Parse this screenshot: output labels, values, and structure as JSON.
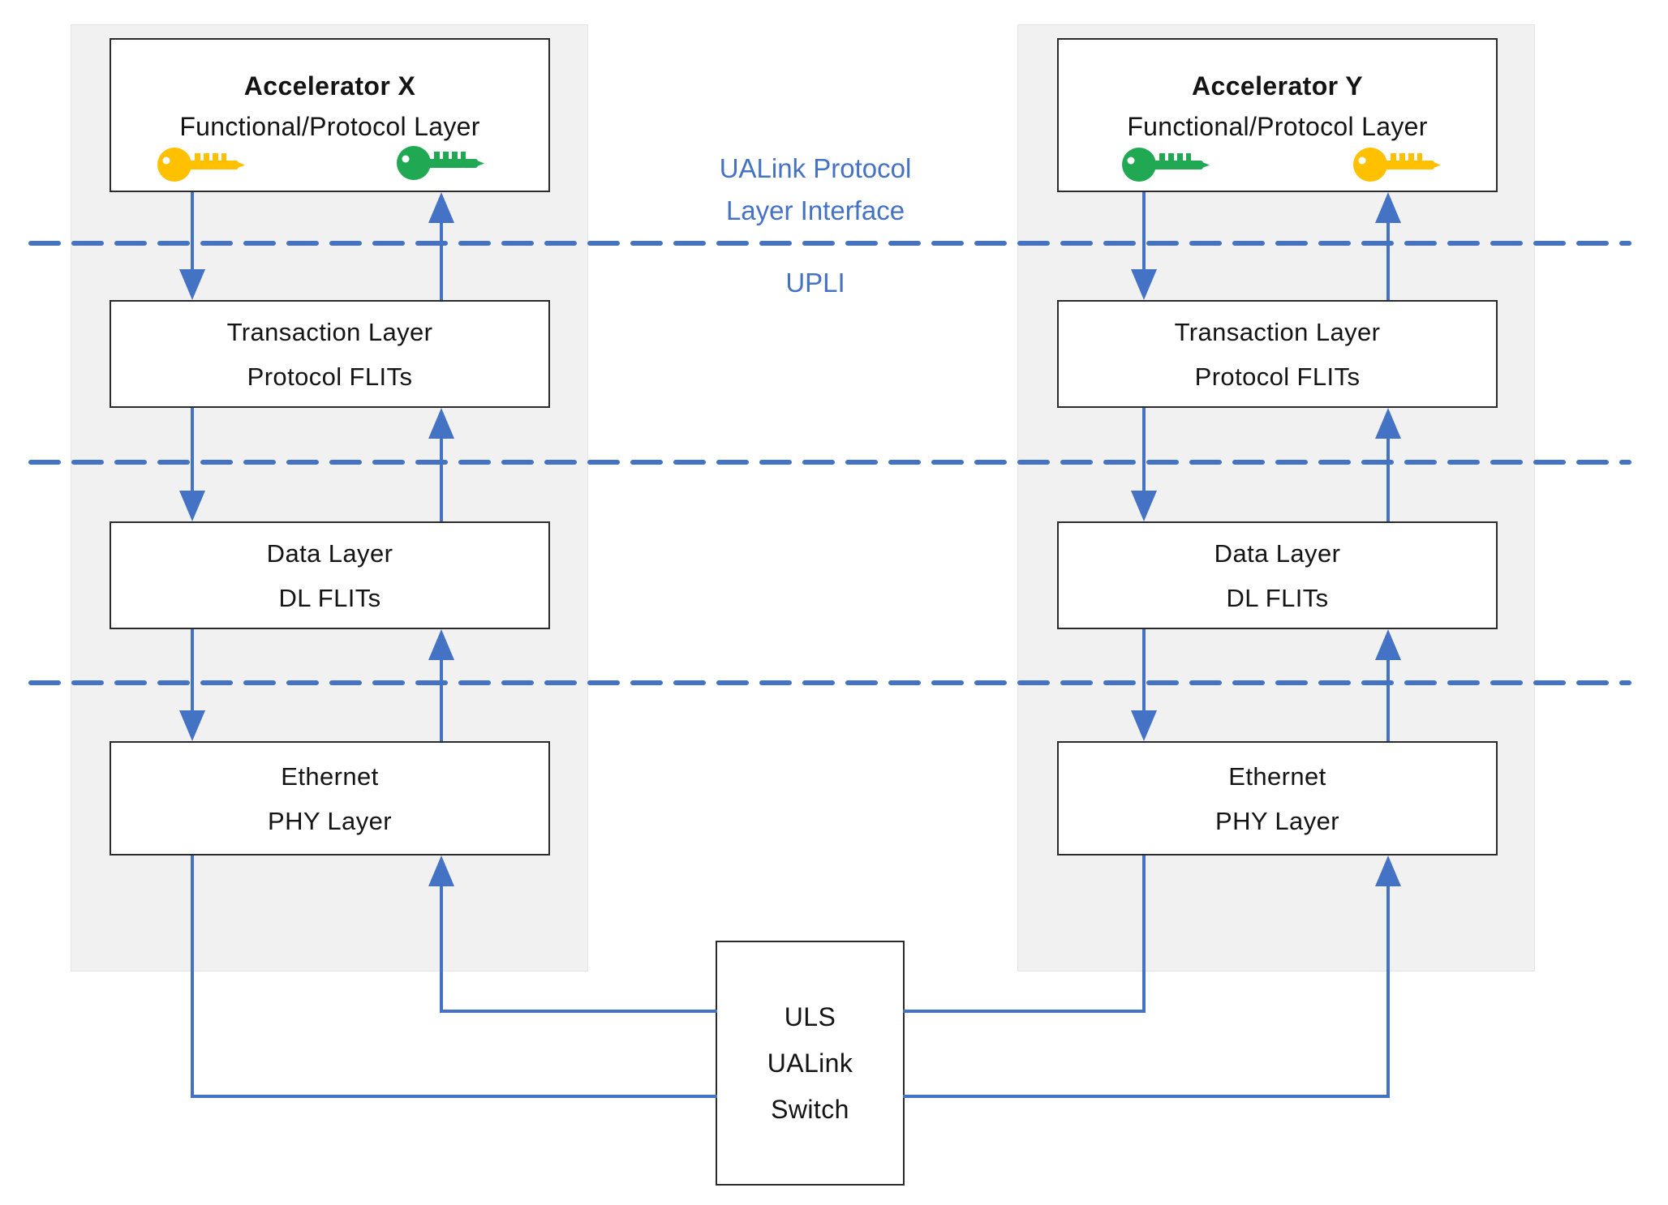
{
  "colors": {
    "line_blue": "#4472C4",
    "key_yellow": "#FFC000",
    "key_green": "#21A853",
    "panel_gray": "#F1F1F1",
    "box_border": "#2B2B2B",
    "text_black": "#141414"
  },
  "interface_label": {
    "line1": "UALink Protocol",
    "line2": "Layer Interface",
    "acronym": "UPLI"
  },
  "accelerators": {
    "x": {
      "title": "Accelerator X",
      "subtitle": "Functional/Protocol Layer",
      "left_key": "yellow-key",
      "right_key": "green-key"
    },
    "y": {
      "title": "Accelerator Y",
      "subtitle": "Functional/Protocol Layer",
      "left_key": "green-key",
      "right_key": "yellow-key"
    }
  },
  "layers": {
    "transaction": {
      "line1": "Transaction Layer",
      "line2": "Protocol FLITs"
    },
    "data": {
      "line1": "Data Layer",
      "line2": "DL FLITs"
    },
    "phy": {
      "line1": "Ethernet",
      "line2": "PHY Layer"
    }
  },
  "uls_switch": {
    "line1": "ULS",
    "line2": "UALink",
    "line3": "Switch"
  }
}
